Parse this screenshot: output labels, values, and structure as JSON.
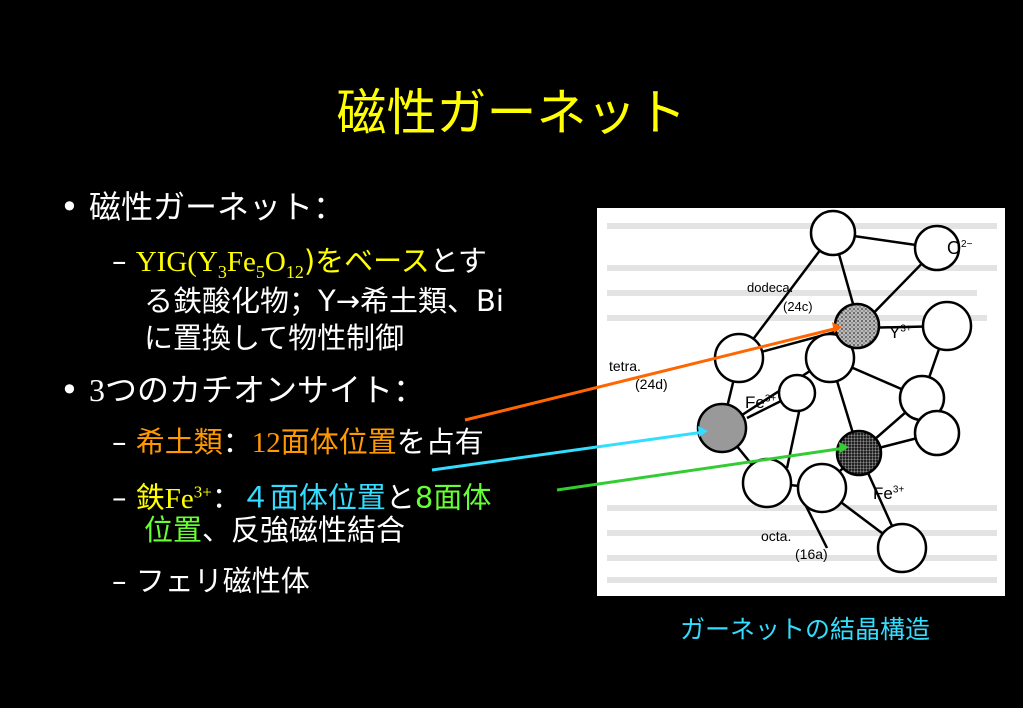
{
  "title": "磁性ガーネット",
  "bullet1": "磁性ガーネット：",
  "sub1": {
    "part_a": "YIG(Y",
    "sub_a": "3",
    "part_b": "Fe",
    "sub_b": "5",
    "part_c": "O",
    "sub_c": "12",
    "part_d": ")をベース",
    "part_e": "とす",
    "line2": "る鉄酸化物；Y→希土類、Bi",
    "line3": "に置換して物性制御"
  },
  "bullet2": {
    "num": "3",
    "text": "つのカチオンサイト："
  },
  "sub2": {
    "a": "希土類",
    "b": "：",
    "c": "12",
    "d": "面体位置",
    "e": "を占有"
  },
  "sub3": {
    "a": "鉄",
    "b": "Fe",
    "sup": "3+",
    "c": "：",
    "d": "４面体位置",
    "e": "と",
    "f": "8面体",
    "g": "位置",
    "h": "、反強磁性結合"
  },
  "sub4": "フェリ磁性体",
  "figure_labels": {
    "o2": "O",
    "o2_sup": "2−",
    "dodeca": "dodeca.",
    "c24": "(24c)",
    "y3": "Y",
    "y3_sup": "3+",
    "tetra": "tetra.",
    "d24": "(24d)",
    "fe_a": "Fe",
    "fe_a_sup": "3+",
    "fe_b": "Fe",
    "fe_b_sup": "3+",
    "octa": "octa.",
    "a16": "(16a)"
  },
  "caption": "ガーネットの結晶構造",
  "colors": {
    "title": "#ffff00",
    "rare_earth": "#ff9900",
    "tetra": "#33ddff",
    "octa": "#66ff33"
  }
}
